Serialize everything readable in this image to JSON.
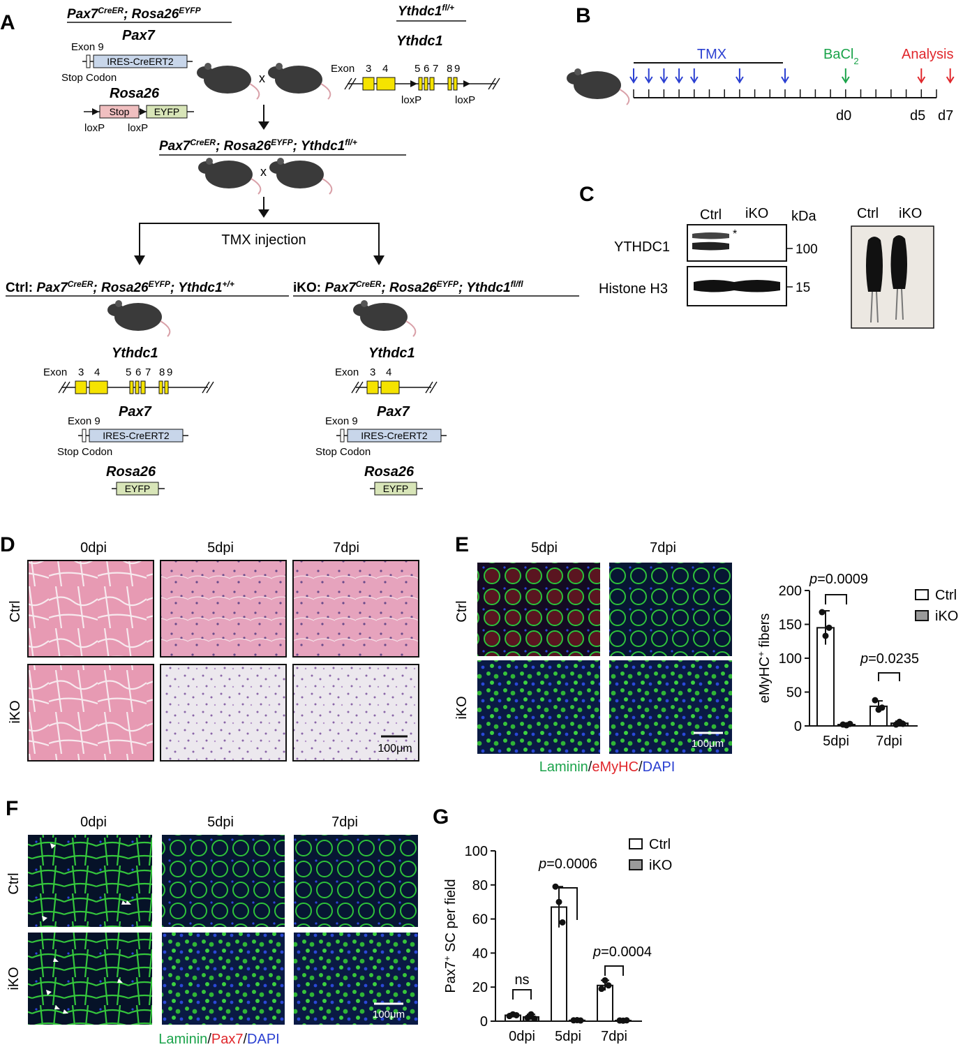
{
  "panels": {
    "A": "A",
    "B": "B",
    "C": "C",
    "D": "D",
    "E": "E",
    "F": "F",
    "G": "G"
  },
  "panelA": {
    "parent1_geno_a": "Pax7",
    "parent1_geno_sup1": "CreER",
    "parent1_geno_b": "; Rosa26",
    "parent1_geno_sup2": "EYFP",
    "parent2_geno": "Ythdc1",
    "parent2_geno_sup": "fl/+",
    "pax7_label": "Pax7",
    "exon9": "Exon 9",
    "ires": "IRES-CreERT2",
    "stop_codon": "Stop Codon",
    "rosa26_label": "Rosa26",
    "stop": "Stop",
    "eyfp": "EYFP",
    "loxp": "loxP",
    "ythdc1_label": "Ythdc1",
    "exon_word": "Exon",
    "exons": [
      "3",
      "4",
      "5",
      "6",
      "7",
      "8",
      "9"
    ],
    "cross": "x",
    "f1_a": "Pax7",
    "f1_sup1": "CreER",
    "f1_b": "; Rosa26",
    "f1_sup2": "EYFP",
    "f1_c": "; Ythdc1",
    "f1_sup3": "fl/+",
    "tmx_injection": "TMX injection",
    "ctrl_prefix": "Ctrl: ",
    "ctrl_a": "Pax7",
    "ctrl_sup1": "CreER",
    "ctrl_b": "; Rosa26",
    "ctrl_sup2": "EYFP",
    "ctrl_c": "; Ythdc1",
    "ctrl_sup3": "+/+",
    "iko_prefix": "iKO: ",
    "iko_a": "Pax7",
    "iko_sup1": "CreER",
    "iko_b": "; Rosa26",
    "iko_sup2": "EYFP",
    "iko_c": "; Ythdc1",
    "iko_sup3": "fl/fl"
  },
  "panelB": {
    "tmx": "TMX",
    "bacl": "BaCl",
    "bacl_sub": "2",
    "analysis": "Analysis",
    "d0": "d0",
    "d5": "d5",
    "d7": "d7",
    "colors": {
      "tmx": "#2a3fd1",
      "bacl": "#1aa34a",
      "analysis": "#e0262b"
    }
  },
  "panelC": {
    "ctrl": "Ctrl",
    "iko": "iKO",
    "kda": "kDa",
    "ythdc1": "YTHDC1",
    "histone": "Histone H3",
    "m100": "100",
    "m15": "15",
    "star": "*"
  },
  "panelD": {
    "cols": [
      "0dpi",
      "5dpi",
      "7dpi"
    ],
    "rows": [
      "Ctrl",
      "iKO"
    ],
    "scale": "100μm"
  },
  "panelE": {
    "cols": [
      "5dpi",
      "7dpi"
    ],
    "rows": [
      "Ctrl",
      "iKO"
    ],
    "scale": "100μm",
    "stain": [
      "Laminin",
      "/",
      "eMyHC",
      "/",
      "DAPI"
    ],
    "stain_colors": [
      "#1aa34a",
      "#111111",
      "#e0262b",
      "#111111",
      "#2a3fd1"
    ]
  },
  "panelF": {
    "cols": [
      "0dpi",
      "5dpi",
      "7dpi"
    ],
    "rows": [
      "Ctrl",
      "iKO"
    ],
    "scale": "100μm",
    "stain": [
      "Laminin",
      "/",
      "Pax7",
      "/",
      "DAPI"
    ],
    "stain_colors": [
      "#1aa34a",
      "#111111",
      "#e0262b",
      "#111111",
      "#2a3fd1"
    ]
  },
  "chart_data": [
    {
      "type": "bar",
      "panel": "E",
      "categories": [
        "5dpi",
        "7dpi"
      ],
      "ylabel": "eMyHC",
      "ylabel_sup": "+",
      "ylabel_tail": " fibers",
      "ylim": [
        0,
        200
      ],
      "yticks": [
        0,
        50,
        100,
        150,
        200
      ],
      "series": [
        {
          "name": "Ctrl",
          "values": [
            145,
            29
          ],
          "err": [
            25,
            8
          ],
          "points": [
            [
              168,
              133,
              145
            ],
            [
              38,
              24,
              27
            ]
          ],
          "color": "#ffffff"
        },
        {
          "name": "iKO",
          "values": [
            2,
            4
          ],
          "err": [
            1.5,
            3
          ],
          "points": [
            [
              2,
              1,
              3
            ],
            [
              2,
              6,
              3
            ]
          ],
          "color": "#9a9a9a"
        }
      ],
      "annotations": [
        "p=0.0009",
        "p=0.0235"
      ],
      "legend": "top-right"
    },
    {
      "type": "bar",
      "panel": "G",
      "categories": [
        "0dpi",
        "5dpi",
        "7dpi"
      ],
      "ylabel": "Pax7",
      "ylabel_sup": "+",
      "ylabel_tail": " SC per field",
      "ylim": [
        0,
        100
      ],
      "yticks": [
        0,
        20,
        40,
        60,
        80,
        100
      ],
      "series": [
        {
          "name": "Ctrl",
          "values": [
            3.5,
            67,
            21
          ],
          "err": [
            1,
            12,
            3
          ],
          "points": [
            [
              3,
              4,
              3.5
            ],
            [
              79,
              70,
              58
            ],
            [
              19,
              24,
              21
            ]
          ],
          "color": "#ffffff"
        },
        {
          "name": "iKO",
          "values": [
            2.5,
            0.5,
            0.4
          ],
          "err": [
            1.5,
            0.3,
            0.3
          ],
          "points": [
            [
              2,
              4,
              1.5
            ],
            [
              0.5,
              0.6,
              0.4
            ],
            [
              0.4,
              0.3,
              0.5
            ]
          ],
          "color": "#9a9a9a"
        }
      ],
      "annotations": [
        "ns",
        "p=0.0006",
        "p=0.0004"
      ],
      "legend": "top-right"
    }
  ]
}
